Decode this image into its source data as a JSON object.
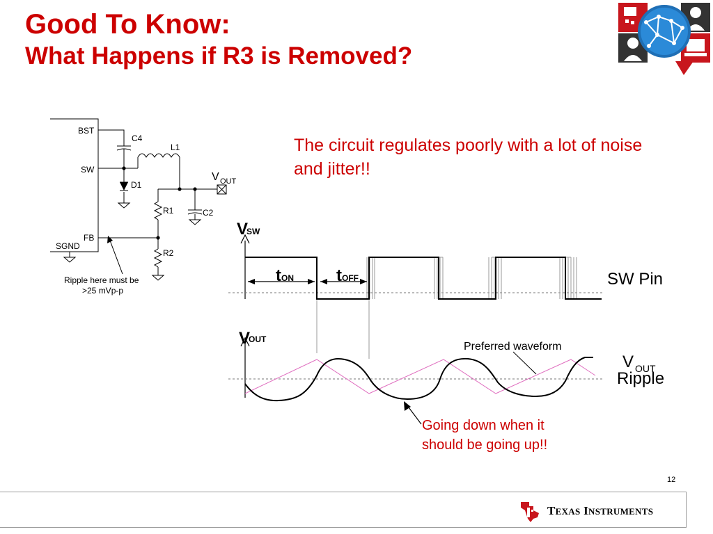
{
  "slide": {
    "title": "Good To Know:",
    "subtitle": "What Happens if R3 is Removed?",
    "page_number": "12",
    "headline": "The circuit regulates poorly with a lot of noise and jitter!!",
    "annotation": "Going down when it should be going up!!"
  },
  "schematic": {
    "pin_bst": "BST",
    "pin_sw": "SW",
    "pin_fb": "FB",
    "pin_sgnd": "SGND",
    "cap_c4": "C4",
    "inductor_l1": "L1",
    "diode_d1": "D1",
    "res_r1": "R1",
    "res_r2": "R2",
    "cap_c2": "C2",
    "vout_main": "V",
    "vout_sub": "OUT",
    "ripple_note_line1": "Ripple here must be",
    "ripple_note_line2": ">25 mVp-p"
  },
  "waveforms": {
    "vsw_main": "V",
    "vsw_sub": "SW",
    "ton_main": "t",
    "ton_sub": "ON",
    "toff_main": "t",
    "toff_sub": "OFF",
    "sw_pin_label": "SW Pin",
    "vout_main": "V",
    "vout_sub": "OUT",
    "preferred_label": "Preferred waveform",
    "vout_ripple_main": "V",
    "vout_ripple_sub": "OUT",
    "ripple_label": "Ripple"
  },
  "brand": {
    "company_first_initial": "T",
    "company_first_rest": "EXAS",
    "company_second_initial": "I",
    "company_second_rest": "NSTRUMENTS",
    "logo_icon": "ti-logo-icon",
    "header_icon": "e2e-community-icon"
  },
  "colors": {
    "accent": "#cc0000",
    "preferred_waveform": "#e070c0"
  }
}
